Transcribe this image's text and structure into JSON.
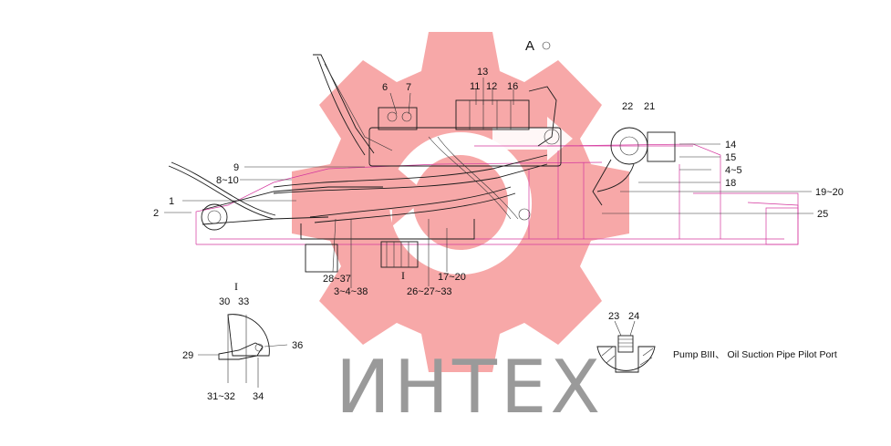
{
  "callouts": {
    "A": "A",
    "c1": "1",
    "c2": "2",
    "c6": "6",
    "c7": "7",
    "c8_10": "8~10",
    "c9": "9",
    "c11": "11",
    "c12": "12",
    "c13": "13",
    "c16": "16",
    "c22": "22",
    "c21": "21",
    "c14": "14",
    "c15": "15",
    "c4_5": "4~5",
    "c18": "18",
    "c19_20": "19~20",
    "c25": "25",
    "c28_37": "28~37",
    "c3_4_38": "3~4~38",
    "roman_mid": "I",
    "c26_27_33": "26~27~33",
    "c17_20": "17~20"
  },
  "detail": {
    "roman": "I",
    "c30": "30",
    "c33": "33",
    "c29": "29",
    "c36": "36",
    "c31_32": "31~32",
    "c34": "34"
  },
  "port_detail": {
    "c23": "23",
    "c24": "24",
    "caption": "Pump BIII、 Oil Suction Pipe Pilot Port"
  },
  "watermark": {
    "text": "ИНТЕХ",
    "color": "#f7a8a8"
  }
}
